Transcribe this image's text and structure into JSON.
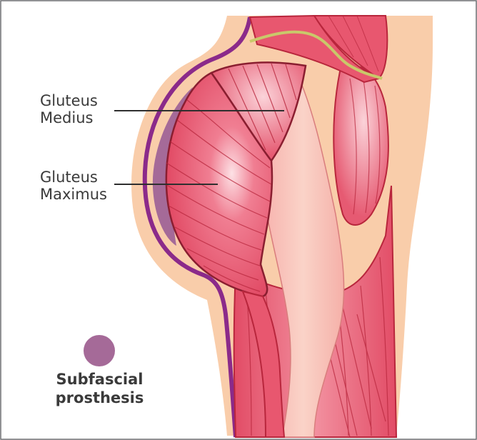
{
  "labels": {
    "gluteus_medius": [
      "Gluteus",
      "Medius"
    ],
    "gluteus_maximus": [
      "Gluteus",
      "Maximus"
    ]
  },
  "legend": {
    "lines": [
      "Subfascial",
      "prosthesis"
    ],
    "color": "#a56a98"
  },
  "colors": {
    "skin": "#f9cdaa",
    "muscle": "#e8576f",
    "muscle_light": "#f4a3b0",
    "fascia_line": "#b8263c",
    "bone": "#f7c1b9",
    "nerve": "#c9c86a",
    "purple_fascia": "#8b2a8a",
    "prosthesis": "#a56a98"
  }
}
